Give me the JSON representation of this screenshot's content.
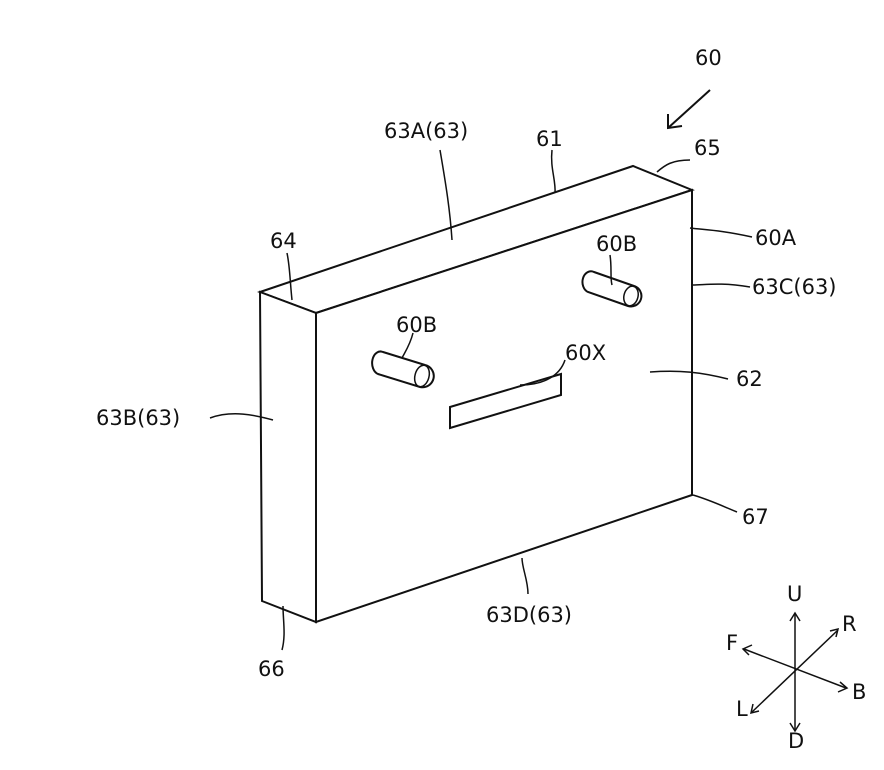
{
  "figure": {
    "ref_number": "60",
    "labels": {
      "top_face": "63A(63)",
      "top_edge": "61",
      "corner_back_top": "65",
      "corner_front_top": "64",
      "pin_right": "60B",
      "pin_left": "60B",
      "face_front": "60A",
      "side_right": "63C(63)",
      "slot": "60X",
      "front_face": "62",
      "side_left": "63B(63)",
      "corner_front_bottom": "67",
      "bottom_face": "63D(63)",
      "corner_left_bottom": "66"
    },
    "axes": {
      "up": "U",
      "down": "D",
      "front": "F",
      "back": "B",
      "right": "R",
      "left": "L"
    }
  }
}
